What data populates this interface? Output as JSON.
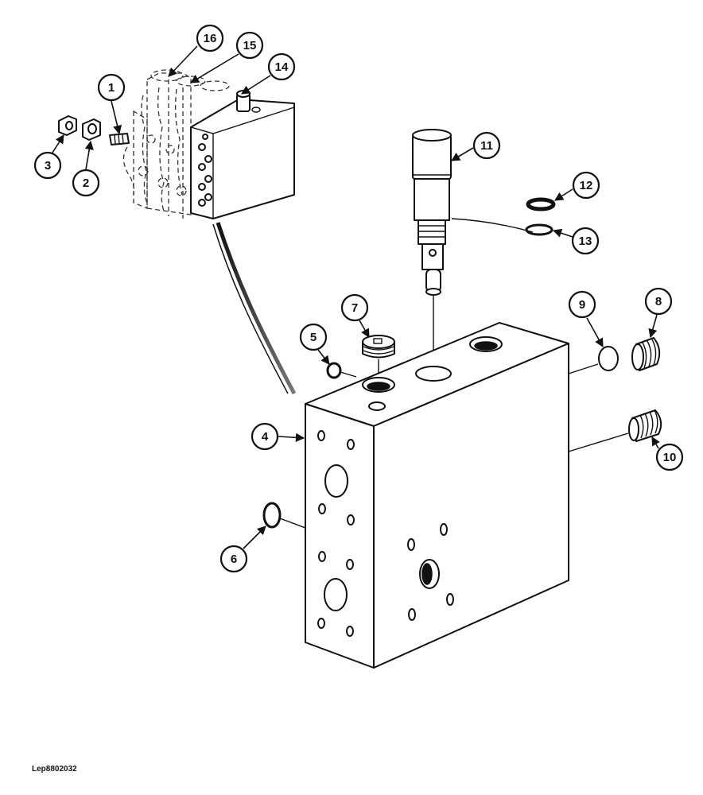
{
  "figure": {
    "reference_code": "Lep8802032"
  },
  "callouts": [
    "1",
    "2",
    "3",
    "4",
    "5",
    "6",
    "7",
    "8",
    "9",
    "10",
    "11",
    "12",
    "13",
    "14",
    "15",
    "16"
  ]
}
